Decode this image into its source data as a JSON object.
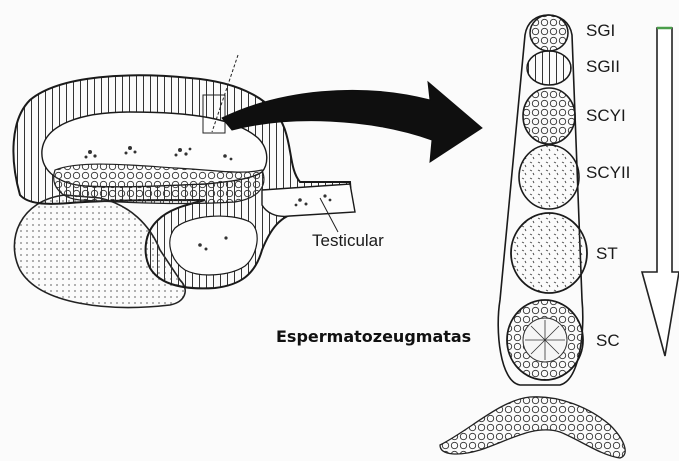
{
  "labels": {
    "testicular": "Testicular",
    "espermatozeugmatas": "Espermatozeugmatas"
  },
  "stages": [
    {
      "id": "sg1",
      "label": "SGI"
    },
    {
      "id": "sg2",
      "label": "SGII"
    },
    {
      "id": "scy1",
      "label": "SCYI"
    },
    {
      "id": "scy2",
      "label": "SCYII"
    },
    {
      "id": "st",
      "label": "ST"
    },
    {
      "id": "sc",
      "label": "SC"
    }
  ],
  "colors": {
    "ink": "#1a1a1a",
    "paper": "#fbfbfb",
    "arrow_accent": "#4a9e4a"
  }
}
